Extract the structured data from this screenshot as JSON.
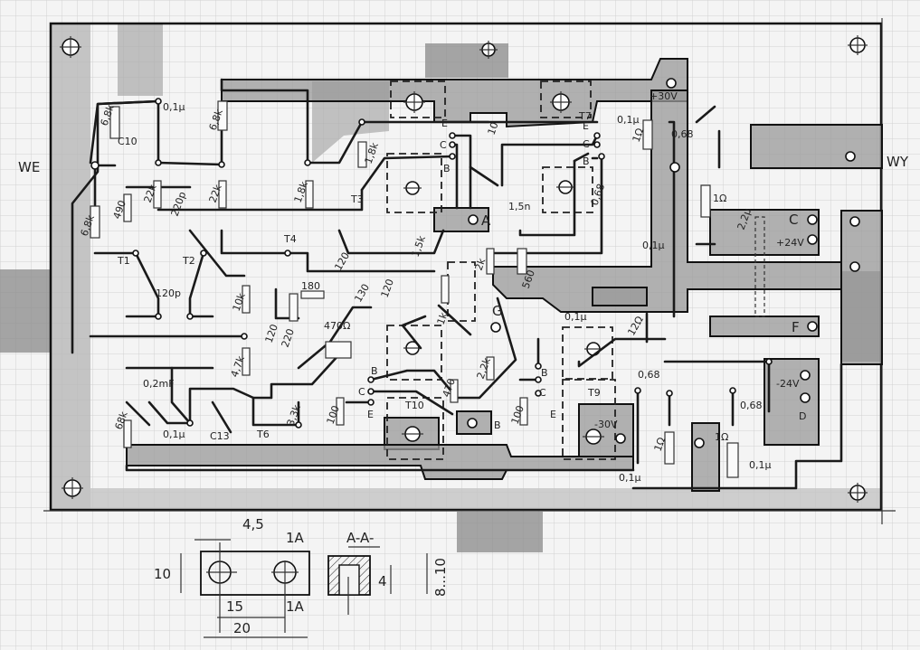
{
  "drawing": {
    "connectors": {
      "input": "WE",
      "output": "WY"
    },
    "pads": {
      "a": "A",
      "b": "B",
      "c": "C",
      "d": "D",
      "f": "F",
      "g": "G",
      "plus30": "+30V",
      "minus30": "-30V",
      "plus24": "+24V",
      "minus24": "-24V"
    },
    "transistors": [
      "T1",
      "T2",
      "T3",
      "T4",
      "T6",
      "T7",
      "T9",
      "T10"
    ],
    "pin_letters": {
      "e": "E",
      "c": "C",
      "b": "B"
    },
    "components": {
      "r_68k_a": "6,8k",
      "c10": "C10",
      "c_01u_a": "0,1µ",
      "r_68k_b": "6,8k",
      "r_68k_c": "6,8k",
      "r_490": "490",
      "r_22k_a": "22k",
      "c_220p": "220p",
      "r_22k_b": "22k",
      "r_18k_a": "1,8k",
      "r_18k_b": "1,8k",
      "r_120_a": "120",
      "c_120p": "120p",
      "r_180": "180",
      "r_130": "130",
      "r_120_b": "120",
      "r_10k": "10k",
      "r_120_c": "120",
      "r_220": "220",
      "r_470": "470Ω",
      "r_47k": "4,7k",
      "c_02mf": "0,2mF",
      "r_68k": "68k",
      "c_01u_b": "0,1µ",
      "c13": "C13",
      "r_33k": "3,3k",
      "r_100_a": "100",
      "r_1k": "1k",
      "r_470b": "470",
      "r_22k_c": "2,2k",
      "r_15k": "1,5k",
      "r_2k": "2k",
      "r_560": "560",
      "c_01u_c": "0,1µ",
      "c_15n": "1,5n",
      "r_1ohm_a": "1Ω",
      "r_10": "10",
      "c_068_a": "0,68",
      "c_01u_d": "0,1µ",
      "c_068_b": "0,68",
      "r_1ohm_b": "1Ω",
      "c_22u": "2,2µ",
      "c_01u_e": "0,1µ",
      "r_12ohm": "12Ω",
      "r_100_b": "100",
      "c_068_c": "0,68",
      "r_1ohm_c": "1Ω",
      "r_1ohm_d": "1Ω",
      "c_068_d": "0,68",
      "c_01u_f": "0,1µ",
      "c_01u_g": "0,1µ"
    }
  },
  "detail": {
    "dim_hole": "4,5",
    "section_mark_top": "1A",
    "section_mark_bottom": "1A",
    "dim_height": "10",
    "dim_pitch": "15",
    "dim_width": "20",
    "section_title": "A-A-",
    "dim_inner": "4",
    "dim_depth": "8...10"
  }
}
